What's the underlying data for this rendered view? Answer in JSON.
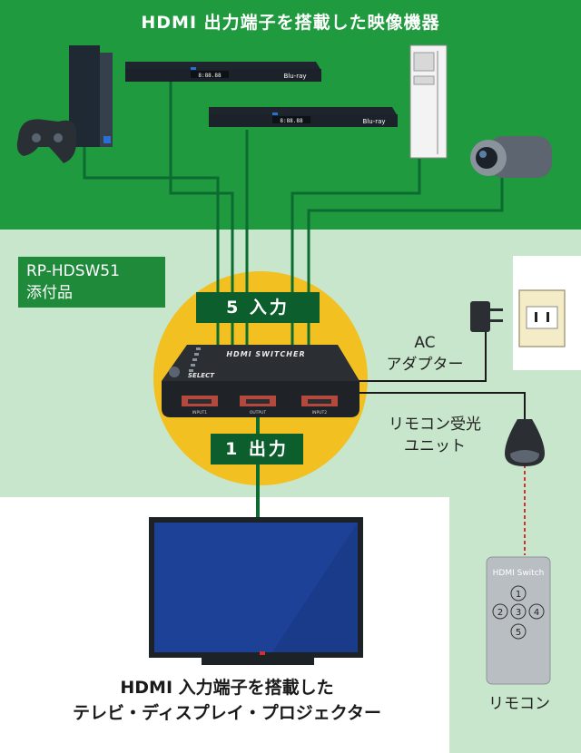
{
  "title": "HDMI 出力端子を搭載した映像機器",
  "model": {
    "name": "RP-HDSW51",
    "note": "添付品"
  },
  "input_label": "5 入力",
  "output_label": "1 出力",
  "switcher": {
    "brand": "HDMI SWITCHER",
    "select": "SELECT",
    "ports": [
      "INPUT1",
      "OUTPUT",
      "INPUT2"
    ]
  },
  "blu_ray": {
    "display": "8:88.88",
    "logo": "Blu-ray"
  },
  "ac_adapter": {
    "line1": "AC",
    "line2": "アダプター"
  },
  "receiver": {
    "line1": "リモコン受光",
    "line2": "ユニット"
  },
  "remote": {
    "title": "HDMI Switch",
    "buttons": [
      "1",
      "2",
      "3",
      "4",
      "5"
    ],
    "caption": "リモコン"
  },
  "display_label": {
    "line1": "HDMI 入力端子を搭載した",
    "line2": "テレビ・ディスプレイ・プロジェクター"
  },
  "colors": {
    "top_band": "#1f9a3e",
    "light_area": "#c7e6cc",
    "cable": "#0c6b30",
    "label_box": "#0c5e2c",
    "highlight_circle": "#f2c021",
    "remote_signal": "#d32f2f"
  }
}
